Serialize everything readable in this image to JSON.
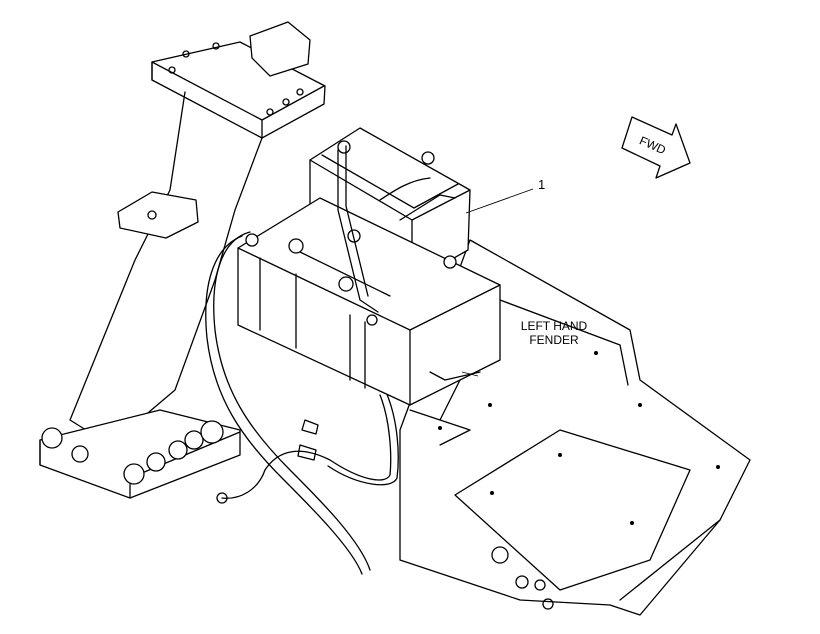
{
  "callout": {
    "number": "1"
  },
  "fender_label": {
    "line1": "LEFT HAND",
    "line2": "FENDER"
  },
  "fwd_arrow": {
    "label": "FWD"
  },
  "colors": {
    "line": "#000000",
    "background": "#ffffff"
  }
}
